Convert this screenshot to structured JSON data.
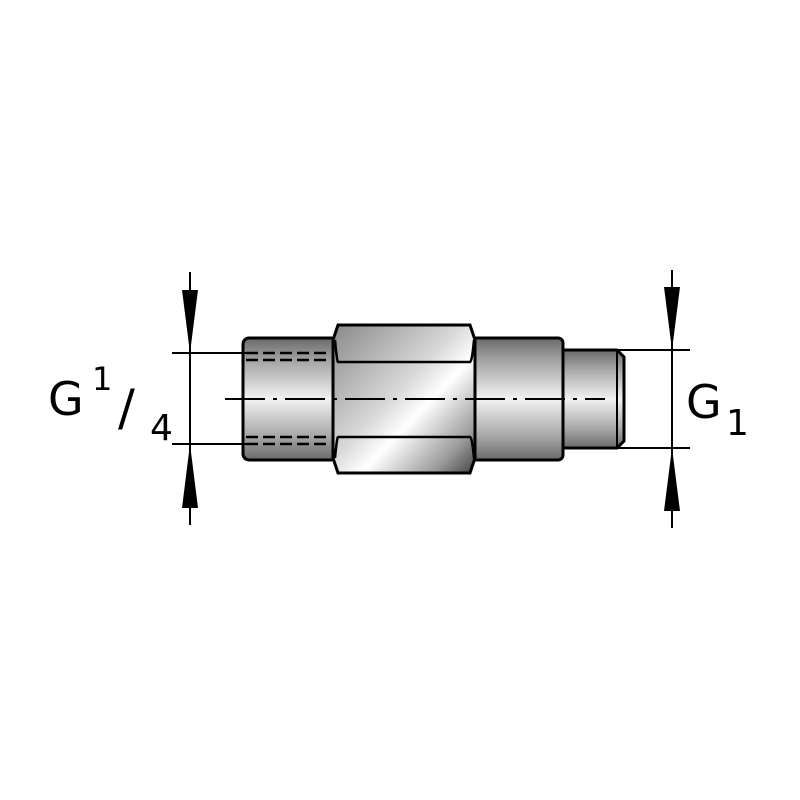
{
  "labels": {
    "left_main": "G",
    "left_num": "1",
    "left_slash": "/",
    "left_den": "4",
    "right_main": "G",
    "right_sub": "1"
  },
  "colors": {
    "stroke": "#000000",
    "metal_dark": "#6e6e6e",
    "metal_light": "#f4f4f4"
  }
}
